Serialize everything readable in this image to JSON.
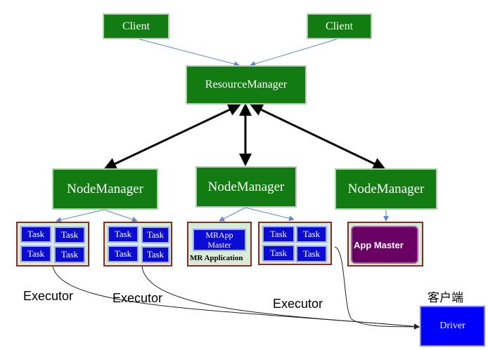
{
  "clients": [
    "Client",
    "Client"
  ],
  "resource_manager": "ResourceManager",
  "node_managers": [
    "NodeManager",
    "NodeManager",
    "NodeManager"
  ],
  "task_label": "Task",
  "mr_app_master": {
    "line1": "MRApp",
    "line2": "Master"
  },
  "mr_application": "MR Application",
  "app_master": "App Master",
  "executors": [
    "Executor",
    "Executor",
    "Executor"
  ],
  "client_side": "客户端",
  "driver": "Driver",
  "colors": {
    "manager_green": "#127b12",
    "task_blue": "#0b0bd6",
    "container_bg": "#d6ecd6",
    "container_border": "#8b2a20",
    "app_master_purple": "#6a0064",
    "driver_blue": "#0000ff",
    "thin_arrow": "#5a8ad0"
  }
}
